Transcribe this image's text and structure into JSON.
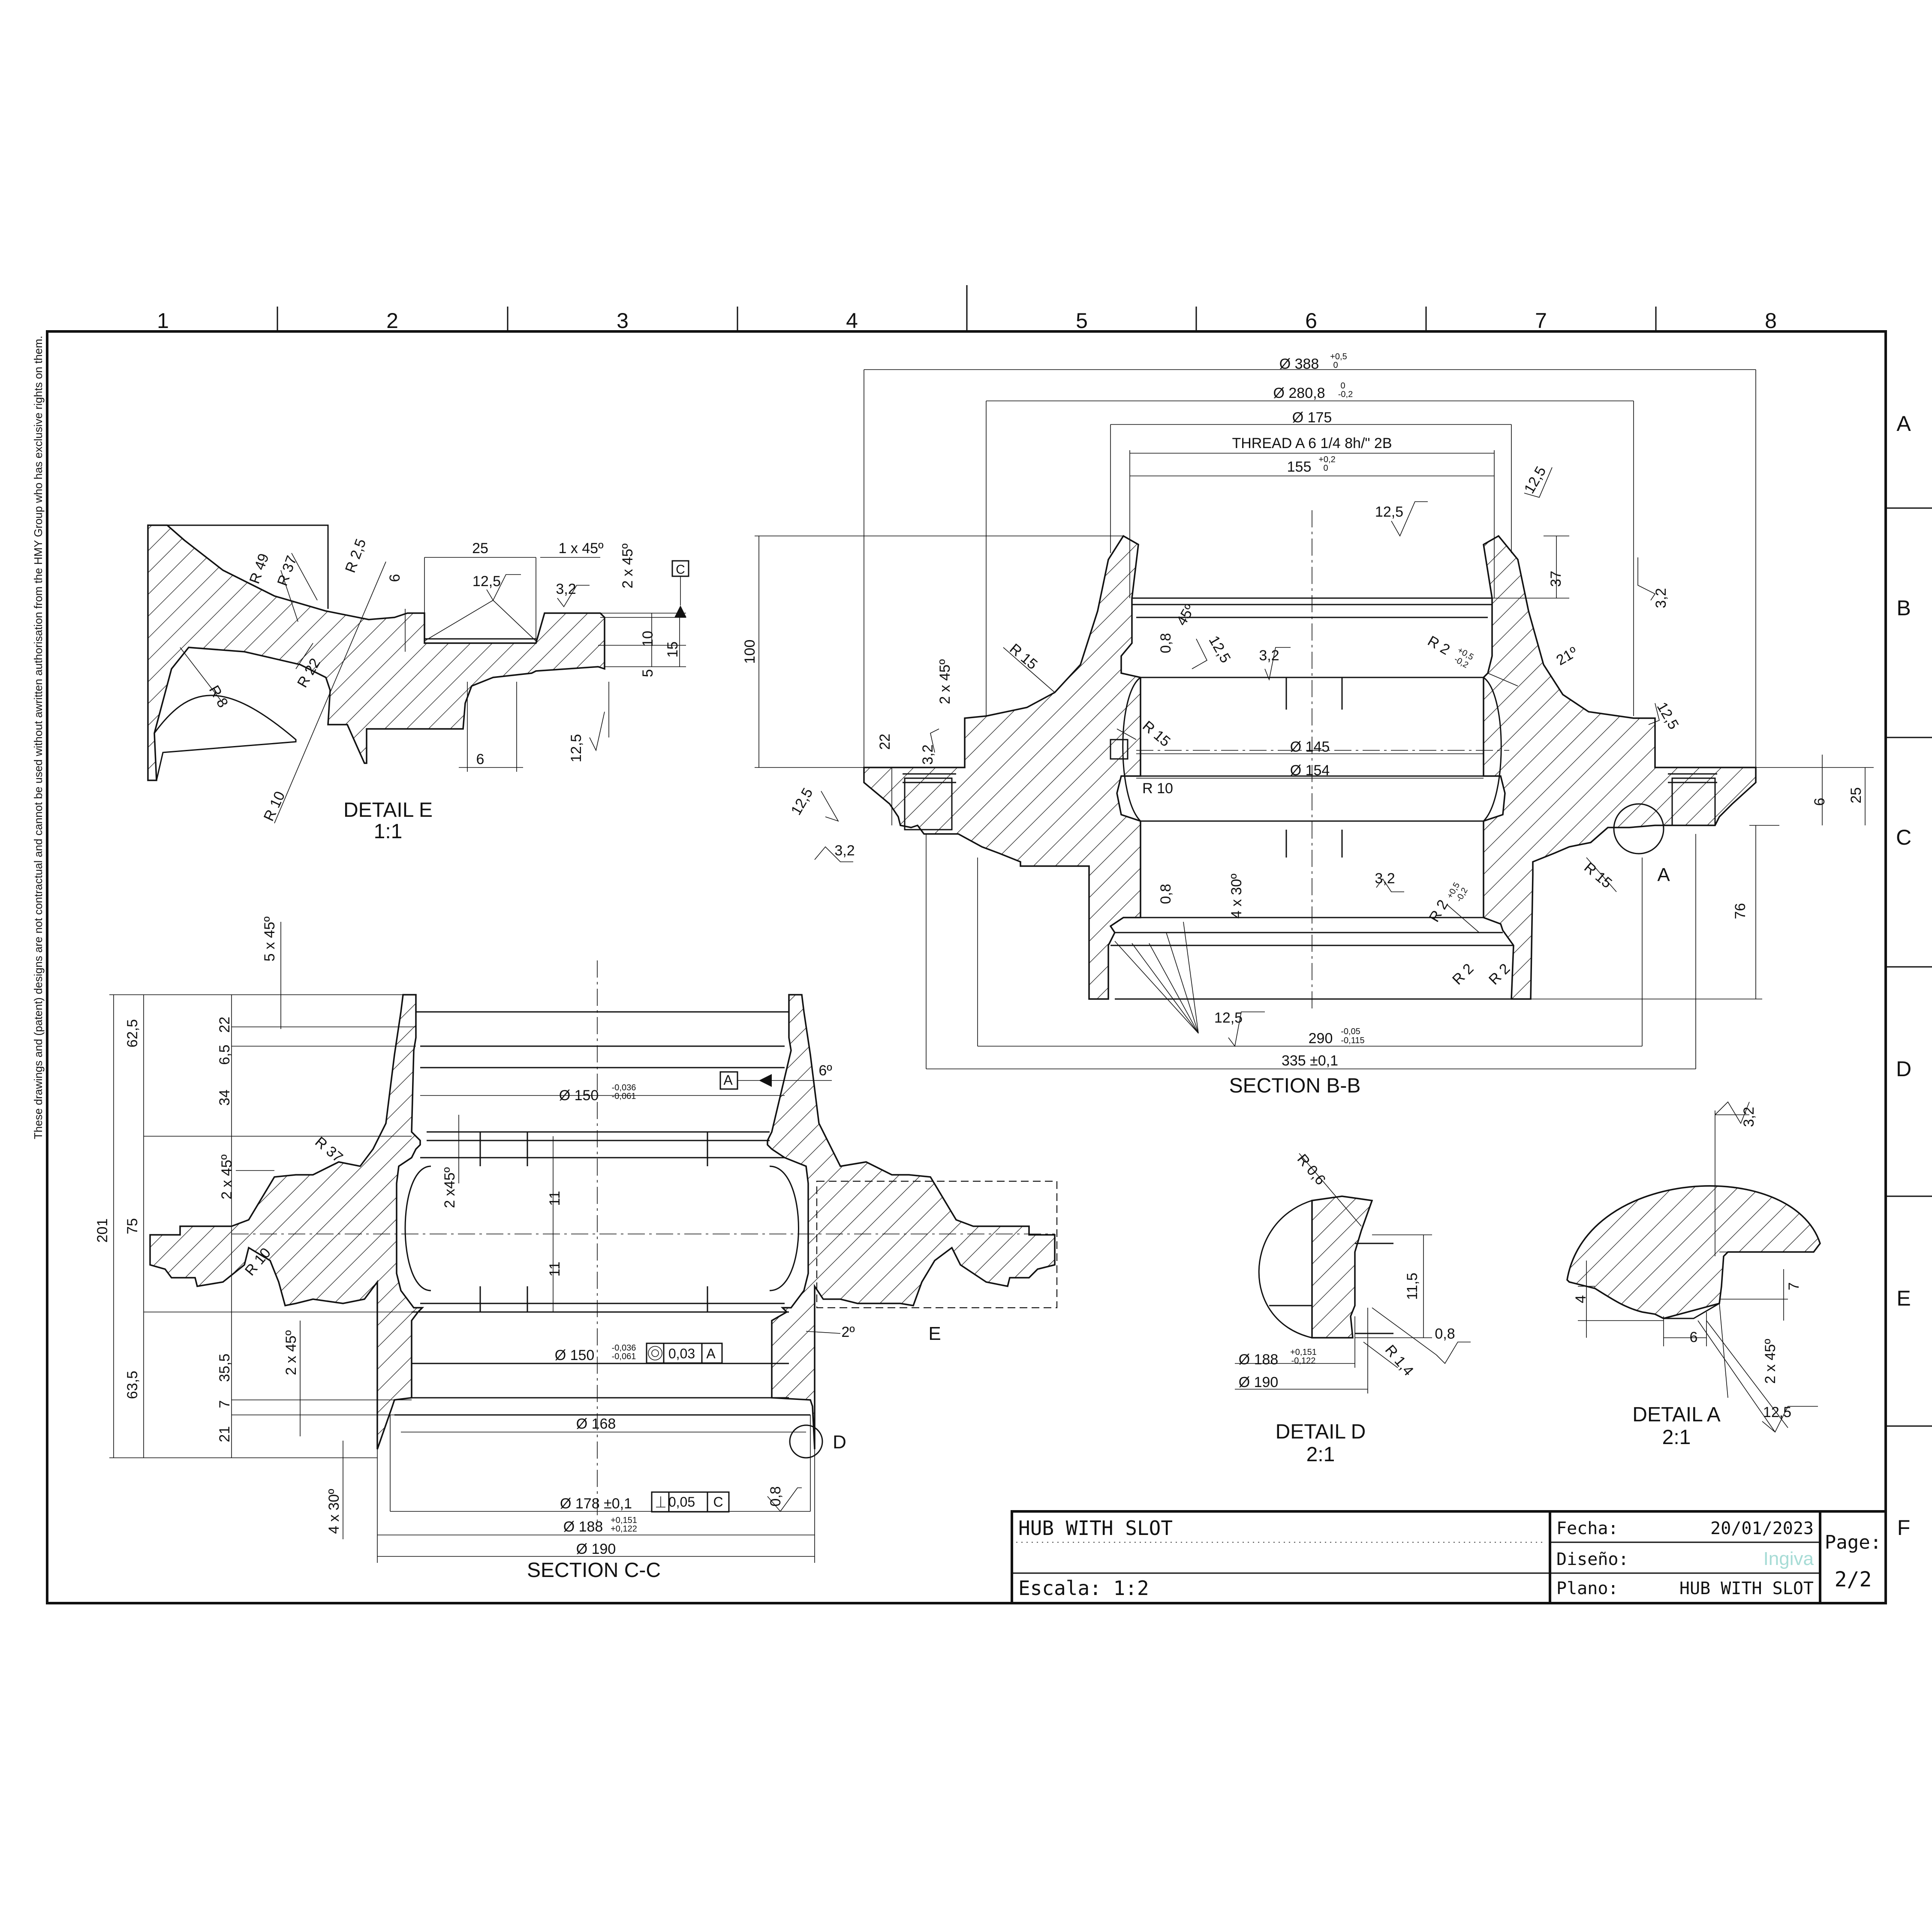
{
  "zone_columns": [
    "1",
    "2",
    "3",
    "4",
    "5",
    "6",
    "7",
    "8"
  ],
  "zone_rows": [
    "A",
    "B",
    "C",
    "D",
    "E",
    "F"
  ],
  "side_note": "These drawings and (patent) designs are not contractual and cannot be used without awritten authorisation from the HMY Group who has exclusive rights on them.",
  "title_block": {
    "title": "HUB WITH SLOT",
    "scale": "Escala: 1:2",
    "fecha_label": "Fecha:",
    "fecha_value": "20/01/2023",
    "diseno_label": "Diseño:",
    "diseno_value": "Ingiva",
    "plano_label": "Plano:",
    "plano_value": "HUB WITH SLOT",
    "page_label": "Page:",
    "page_value": "2/2"
  },
  "views": {
    "section_bb": {
      "title": "SECTION B-B",
      "dims": {
        "d388": "Ø 388",
        "d388_tol_up": "+0,5",
        "d388_tol_lo": "0",
        "d280": "Ø 280,8",
        "d280_tol_up": "0",
        "d280_tol_lo": "-0,2",
        "d175": "Ø 175",
        "thread": "THREAD A 6 1/4 8h/\" 2B",
        "d155": "155",
        "d155_tol_up": "+0,2",
        "d155_tol_lo": "0",
        "d145": "Ø 145",
        "d154": "Ø 154",
        "d290": "290",
        "d290_tol_up": "-0,05",
        "d290_tol_lo": "-0,115",
        "d335": "335 ±0,1",
        "h100": "100",
        "h37": "37",
        "h22": "22",
        "h6": "6",
        "h25": "25",
        "h76": "76",
        "cham_2x45": "2 x 45º",
        "cham_4x30": "4 x 30º",
        "ang45": "45º",
        "ang21": "21º",
        "r15a": "R 15",
        "r15b": "R 15",
        "r15c": "R 15",
        "r10": "R 10",
        "r2_tol_a": "R 2",
        "r2_tol_b": "R 2",
        "r2_tol_up": "+0,5",
        "r2_tol_lo": "-0,2",
        "r2c": "R 2",
        "r2d": "R 2",
        "rough_125": "12,5",
        "rough_32": "3,2",
        "rough_08": "0,8",
        "detail_ref": "A"
      }
    },
    "section_cc": {
      "title": "SECTION C-C",
      "dims": {
        "h201": "201",
        "h625": "62,5",
        "h75": "75",
        "h635": "63,5",
        "h22": "22",
        "h65": "6,5",
        "h34": "34",
        "h355": "35,5",
        "h7": "7",
        "h21": "21",
        "h11a": "11",
        "h11b": "11",
        "cham_5x45": "5 x 45º",
        "cham_2x45a": "2 x 45º",
        "cham_2x45b": "2 x45º",
        "cham_2x45c": "2 x 45º",
        "cham_4x30": "4 x 30º",
        "d150a": "Ø 150",
        "d150_tol_up": "-0,036",
        "d150_tol_lo": "-0,061",
        "d150b": "Ø 150",
        "coax_val": "0,03",
        "coax_ref": "A",
        "d168": "Ø 168",
        "d178": "Ø 178 ±0,1",
        "perp_val": "0,05",
        "perp_ref": "C",
        "d188": "Ø 188",
        "d188_tol_up": "+0,151",
        "d188_tol_lo": "+0,122",
        "d190": "Ø 190",
        "r37": "R 37",
        "r10": "R 10",
        "ang6": "6º",
        "ang2": "2º",
        "datum_a": "A",
        "detail_e": "E",
        "detail_d": "D",
        "rough_08": "0,8"
      }
    },
    "detail_e": {
      "title": "DETAIL E",
      "scale": "1:1",
      "dims": {
        "r49": "R 49",
        "r37": "R 37",
        "r25": "R 2,5",
        "r22": "R 22",
        "r8": "R 8",
        "r10": "R 10",
        "w25": "25",
        "cham_1x45": "1 x 45º",
        "cham_2x45": "2 x 45º",
        "h6": "6",
        "h10": "10",
        "h15": "15",
        "h5": "5",
        "w6": "6",
        "rough_125a": "12,5",
        "rough_32": "3,2",
        "rough_125b": "12,5",
        "datum_c": "C"
      }
    },
    "detail_d": {
      "title": "DETAIL D",
      "scale": "2:1",
      "dims": {
        "r06": "R 0,6",
        "h115": "11,5",
        "rough_08": "0,8",
        "r14": "R 1,4",
        "d188": "Ø 188",
        "d188_tol_up": "+0,151",
        "d188_tol_lo": "-0,122",
        "d190": "Ø 190"
      }
    },
    "detail_a": {
      "title": "DETAIL A",
      "scale": "2:1",
      "dims": {
        "rough_32": "3,2",
        "h4": "4",
        "h7": "7",
        "w6": "6",
        "cham_2x45": "2 x 45º",
        "rough_125": "12,5"
      }
    }
  }
}
